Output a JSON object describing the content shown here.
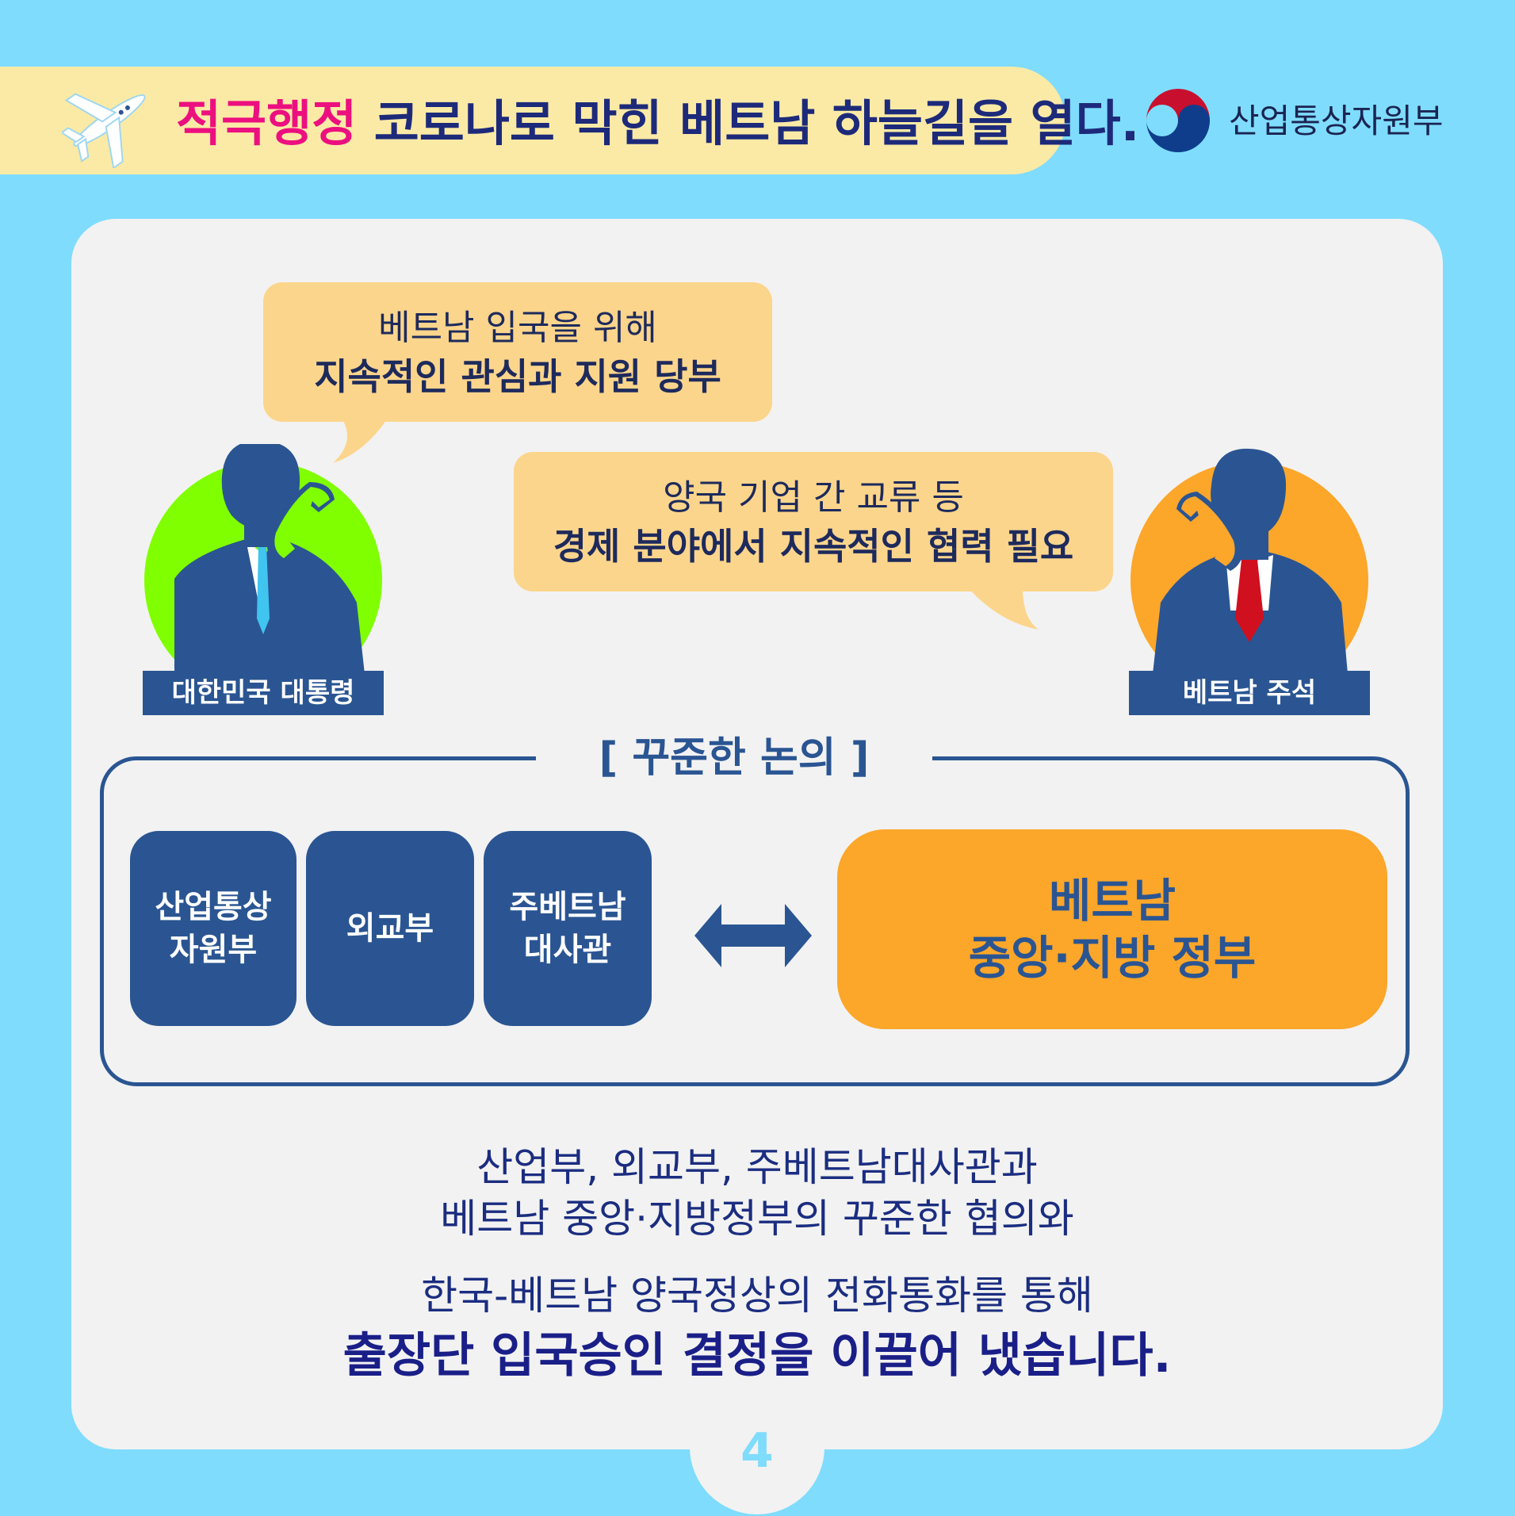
{
  "header": {
    "title_highlight": "적극행정",
    "title_rest": " 코로나로 막힌 베트남 하늘길을 열다.",
    "ministry": "산업통상자원부",
    "colors": {
      "highlight": "#ec0f7f",
      "title": "#1d2a7a",
      "bar": "#fbeaa6"
    }
  },
  "bubbles": [
    {
      "line1": "베트남 입국을 위해",
      "line2": "지속적인 관심과 지원 당부"
    },
    {
      "line1": "양국 기업 간 교류 등",
      "line2": "경제 분야에서 지속적인 협력 필요"
    }
  ],
  "persons": {
    "korea": {
      "label": "대한민국 대통령",
      "circle_color": "#80ff00",
      "tie_color": "#40c4f0"
    },
    "vietnam": {
      "label": "베트남 주석",
      "circle_color": "#fca62a",
      "tie_color": "#d0101e"
    }
  },
  "discussion": {
    "title": "[ 꾸준한 논의 ]",
    "orgs": [
      {
        "line1": "산업통상",
        "line2": "자원부"
      },
      {
        "line1": "외교부",
        "line2": ""
      },
      {
        "line1": "주베트남",
        "line2": "대사관"
      }
    ],
    "vietnam_gov": {
      "line1": "베트남",
      "line2": "중앙·지방 정부"
    }
  },
  "summary": {
    "line1": "산업부, 외교부, 주베트남대사관과",
    "line2": "베트남 중앙·지방정부의 꾸준한 협의와",
    "line3": "한국-베트남 양국정상의 전화통화를 통해",
    "line4": "출장단 입국승인 결정을 이끌어 냈습니다."
  },
  "page_number": "4"
}
